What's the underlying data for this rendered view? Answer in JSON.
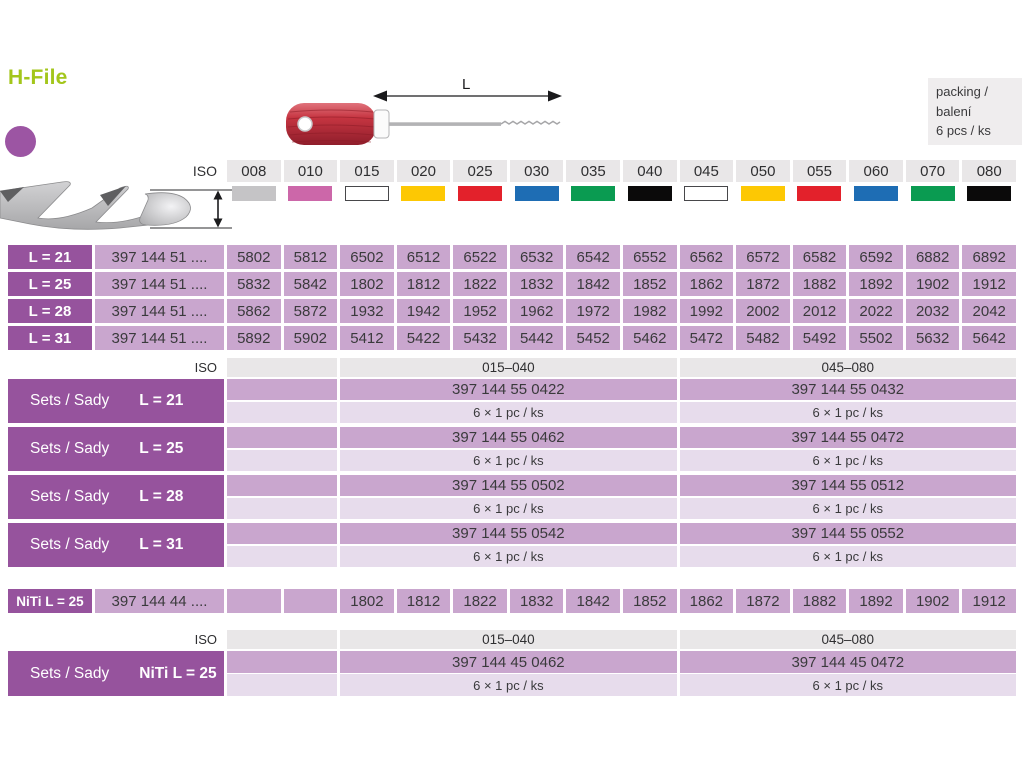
{
  "page": {
    "title": "H-File",
    "dimension_label": "L"
  },
  "packing_box": {
    "line1": "packing / balení",
    "line2": "6 pcs / ks"
  },
  "colors": {
    "accent_green": "#a3c61b",
    "dark_purple": "#96539d",
    "medium_purple": "#c9a6ce",
    "light_purple": "#e7dcec",
    "header_gray": "#e9e7e8",
    "handle_red": "#c63541"
  },
  "iso_header": {
    "label": "ISO",
    "sizes": [
      {
        "size": "008",
        "color": "#c5c4c6",
        "outlined": false
      },
      {
        "size": "010",
        "color": "#cc67a9",
        "outlined": false
      },
      {
        "size": "015",
        "color": "#ffffff",
        "outlined": true
      },
      {
        "size": "020",
        "color": "#fdc803",
        "outlined": false
      },
      {
        "size": "025",
        "color": "#e3212b",
        "outlined": false
      },
      {
        "size": "030",
        "color": "#1e6db4",
        "outlined": false
      },
      {
        "size": "035",
        "color": "#0a9b51",
        "outlined": false
      },
      {
        "size": "040",
        "color": "#0b0a0a",
        "outlined": false
      },
      {
        "size": "045",
        "color": "#ffffff",
        "outlined": true
      },
      {
        "size": "050",
        "color": "#fdc803",
        "outlined": false
      },
      {
        "size": "055",
        "color": "#e3212b",
        "outlined": false
      },
      {
        "size": "060",
        "color": "#1e6db4",
        "outlined": false
      },
      {
        "size": "070",
        "color": "#0a9b51",
        "outlined": false
      },
      {
        "size": "080",
        "color": "#0b0a0a",
        "outlined": false
      }
    ]
  },
  "files_table": {
    "rows": [
      {
        "label": "L = 21",
        "prefix": "397 144 51 ....",
        "codes": [
          "5802",
          "5812",
          "6502",
          "6512",
          "6522",
          "6532",
          "6542",
          "6552",
          "6562",
          "6572",
          "6582",
          "6592",
          "6882",
          "6892"
        ]
      },
      {
        "label": "L = 25",
        "prefix": "397 144 51 ....",
        "codes": [
          "5832",
          "5842",
          "1802",
          "1812",
          "1822",
          "1832",
          "1842",
          "1852",
          "1862",
          "1872",
          "1882",
          "1892",
          "1902",
          "1912"
        ]
      },
      {
        "label": "L = 28",
        "prefix": "397 144 51 ....",
        "codes": [
          "5862",
          "5872",
          "1932",
          "1942",
          "1952",
          "1962",
          "1972",
          "1982",
          "1992",
          "2002",
          "2012",
          "2022",
          "2032",
          "2042"
        ]
      },
      {
        "label": "L = 31",
        "prefix": "397 144 51 ....",
        "codes": [
          "5892",
          "5902",
          "5412",
          "5422",
          "5432",
          "5442",
          "5452",
          "5462",
          "5472",
          "5482",
          "5492",
          "5502",
          "5632",
          "5642"
        ]
      }
    ]
  },
  "sets_table": {
    "iso_label": "ISO",
    "ranges": [
      "015–040",
      "045–080"
    ],
    "rows": [
      {
        "label": "Sets / Sady",
        "length": "L = 21",
        "codes": [
          "397 144 55 0422",
          "397 144 55 0432"
        ],
        "packs": [
          "6 × 1 pc / ks",
          "6 × 1 pc / ks"
        ]
      },
      {
        "label": "Sets / Sady",
        "length": "L = 25",
        "codes": [
          "397 144 55 0462",
          "397 144 55 0472"
        ],
        "packs": [
          "6 × 1 pc / ks",
          "6 × 1 pc / ks"
        ]
      },
      {
        "label": "Sets / Sady",
        "length": "L = 28",
        "codes": [
          "397 144 55 0502",
          "397 144 55 0512"
        ],
        "packs": [
          "6 × 1 pc / ks",
          "6 × 1 pc / ks"
        ]
      },
      {
        "label": "Sets / Sady",
        "length": "L = 31",
        "codes": [
          "397 144 55 0542",
          "397 144 55 0552"
        ],
        "packs": [
          "6 × 1 pc / ks",
          "6 × 1 pc / ks"
        ]
      }
    ]
  },
  "niti_table": {
    "label": "NiTi  L = 25",
    "prefix": "397 144 44 ....",
    "codes": [
      "",
      "",
      "1802",
      "1812",
      "1822",
      "1832",
      "1842",
      "1852",
      "1862",
      "1872",
      "1882",
      "1892",
      "1902",
      "1912"
    ]
  },
  "niti_sets_table": {
    "iso_label": "ISO",
    "ranges": [
      "015–040",
      "045–080"
    ],
    "rows": [
      {
        "label": "Sets / Sady",
        "length": "NiTi  L = 25",
        "codes": [
          "397 144 45 0462",
          "397 144 45 0472"
        ],
        "packs": [
          "6 × 1 pc / ks",
          "6 × 1 pc / ks"
        ]
      }
    ]
  }
}
